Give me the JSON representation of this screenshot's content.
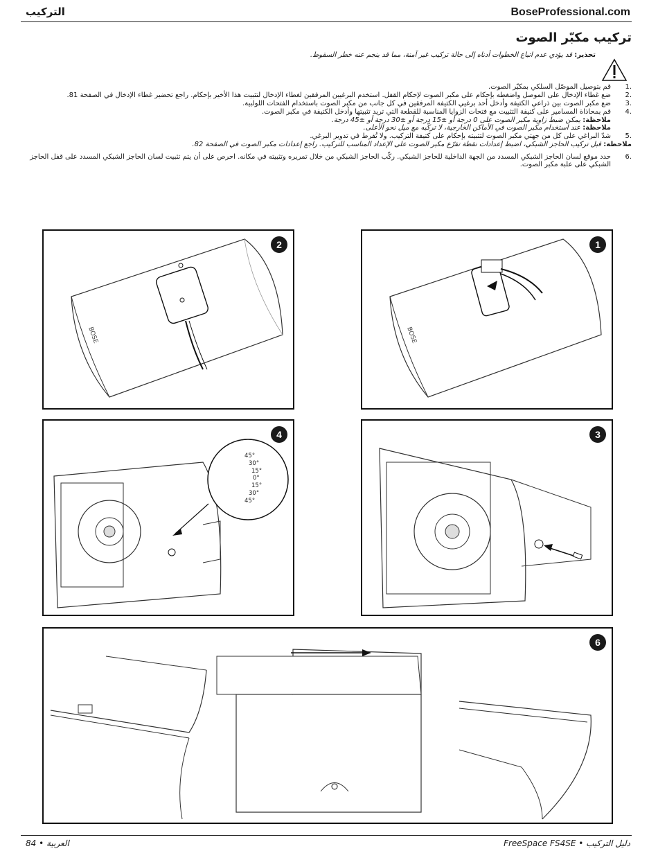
{
  "header": {
    "section": "التركيب",
    "site": "BoseProfessional.com"
  },
  "page": {
    "title": "تركيب مكبّر الصوت",
    "warning_label": "تحذير:",
    "warning_text": " قد يؤدي عدم اتباع الخطوات أدناه إلى حالة تركيب غير آمنة، مما قد ينجم عنه خطر السقوط."
  },
  "steps": [
    {
      "num": ".1",
      "text": "قم بتوصيل الموصّل السلكي بمكبّر الصوت."
    },
    {
      "num": ".2",
      "text": "ضع غطاء الإدخال على الموصل واضغطه بإحكام على مكبر الصوت لإحكام القفل. استخدم البرغيين المرفقين لغطاء الإدخال لتثبيت هذا الأخير بإحكام. راجع تحضير غطاء الإدخال في الصفحة 81."
    },
    {
      "num": ".3",
      "text": "ضع مكبر الصوت بين ذراعي الكتيفة وأدخل أحد برغيي الكتيفة المرفقين في كل جانب من مكبر الصوت باستخدام الفتحات اللولبية."
    },
    {
      "num": ".4",
      "text": "قم بمحاذاة المسامير على كتيفة التثبيت مع فتحات الزوايا المناسبة للقطعة التي تريد تثبيتها وأدخل الكتيفة في مكبر الصوت."
    },
    {
      "num": ".5",
      "text": "شدّ البراغي على كل من جهتي مكبر الصوت لتثبيته بإحكام على كتيفة التركيب. ولا تُفرط في تدوير البرغي."
    },
    {
      "num": ".6",
      "text": "حدد موقع لسان الحاجز الشبكي المسدد من الجهة الداخلية للحاجز الشبكي. ركّب الحاجز الشبكي من خلال تمريره وتثبيته في مكانه. احرص على أن يتم تثبيت لسان الحاجز الشبكي المسدد على قفل الحاجز الشبكي على علبة مكبر الصوت."
    }
  ],
  "notes": {
    "label": "ملاحظة:",
    "n4a": " يمكن ضبط زاوية مكبر الصوت على 0 درجة أو ±15 درجة أو ±30 درجة أو ±45 درجة.",
    "n4b": " عند استخدام مكبر الصوت في الأماكن الخارجية، لا تركّبه مع ميل نحو الأعلى.",
    "n5": " قبل تركيب الحاجز الشبكي، اضبط إعدادات نقطة تفرّع مكبر الصوت على الإعداد المناسب للتركيب. راجع إعدادات مكبر الصوت في الصفحة 82."
  },
  "figures": {
    "badges": [
      "1",
      "2",
      "3",
      "4",
      "6"
    ],
    "angles": [
      "45°",
      "30°",
      "15°",
      "0°",
      "15°",
      "30°",
      "45°"
    ]
  },
  "footer": {
    "left": "العربية • 84",
    "right": "دليل التركيب • FreeSpace FS4SE"
  }
}
